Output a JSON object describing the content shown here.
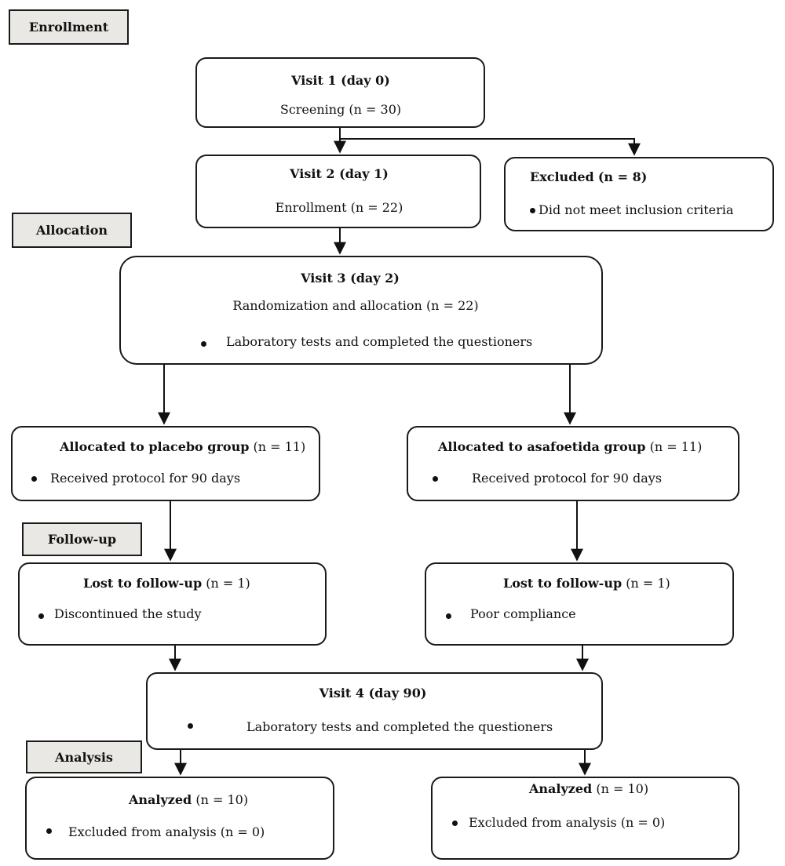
{
  "stages": {
    "enrollment": "Enrollment",
    "allocation": "Allocation",
    "followup": "Follow-up",
    "analysis": "Analysis"
  },
  "visit1": {
    "title": "Visit 1 (day 0)",
    "text": "Screening (n = 30)"
  },
  "visit2": {
    "title": "Visit 2 (day 1)",
    "text": "Enrollment (n = 22)"
  },
  "excluded": {
    "title": "Excluded",
    "count": "(n = 8)",
    "bullet": "Did not meet inclusion criteria"
  },
  "visit3": {
    "title": "Visit 3 (day 2)",
    "text": "Randomization and allocation (n = 22)",
    "bullet": "Laboratory tests and completed the questioners"
  },
  "placebo": {
    "title": "Allocated to placebo group",
    "count": "(n = 11)",
    "bullet": "Received protocol for 90 days"
  },
  "asafoetida": {
    "title": "Allocated to asafoetida group",
    "count": "(n = 11)",
    "bullet": "Received protocol for 90 days"
  },
  "lost_left": {
    "title": "Lost to follow-up",
    "count": "(n = 1)",
    "bullet": "Discontinued the study"
  },
  "lost_right": {
    "title": "Lost to follow-up",
    "count": "(n = 1)",
    "bullet": "Poor compliance"
  },
  "visit4": {
    "title": "Visit 4 (day 90)",
    "bullet": "Laboratory tests and completed the questioners"
  },
  "analyzed_left": {
    "title": "Analyzed",
    "count": "(n = 10)",
    "bullet": "Excluded from analysis (n = 0)"
  },
  "analyzed_right": {
    "title": "Analyzed",
    "count": "(n = 10)",
    "bullet": "Excluded from analysis (n = 0)"
  }
}
